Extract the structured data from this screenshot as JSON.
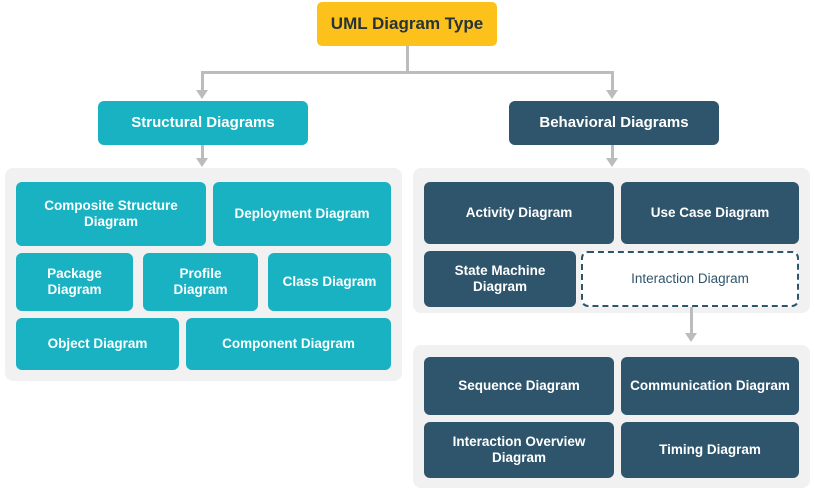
{
  "diagram": {
    "title": "UML Diagram Type",
    "root": {
      "label": "UML Diagram Type"
    },
    "branches": {
      "structural": {
        "label": "Structural Diagrams"
      },
      "behavioral": {
        "label": "Behavioral Diagrams"
      }
    },
    "structural_items": [
      {
        "label": "Composite Structure Diagram"
      },
      {
        "label": "Deployment Diagram"
      },
      {
        "label": "Package Diagram"
      },
      {
        "label": "Profile Diagram"
      },
      {
        "label": "Class Diagram"
      },
      {
        "label": "Object Diagram"
      },
      {
        "label": "Component Diagram"
      }
    ],
    "behavioral_items": [
      {
        "label": "Activity Diagram"
      },
      {
        "label": "Use Case Diagram"
      },
      {
        "label": "State Machine Diagram"
      },
      {
        "label": "Interaction Diagram"
      }
    ],
    "interaction_items": [
      {
        "label": "Sequence Diagram"
      },
      {
        "label": "Communication Diagram"
      },
      {
        "label": "Interaction Overview Diagram"
      },
      {
        "label": "Timing Diagram"
      }
    ],
    "colors": {
      "root": "#fcc21b",
      "root_text": "#273239",
      "structural": "#18b2c2",
      "behavioral": "#2f556d",
      "panel": "#f1f1f1",
      "connector": "#bcbcbc",
      "page_background": "#ffffff",
      "node_text": "#ffffff"
    }
  }
}
